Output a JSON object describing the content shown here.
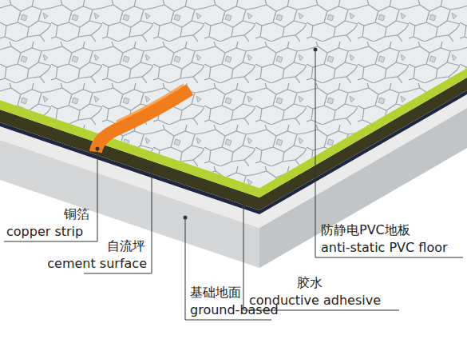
{
  "diagram": {
    "labels": [
      "铜箔",
      "copper strip",
      "自流坪",
      "cement surface",
      "基础地面",
      "ground-based",
      "胶水",
      "conductive adhesive",
      "防静电PVC地板",
      "anti-static PVC floor"
    ]
  }
}
